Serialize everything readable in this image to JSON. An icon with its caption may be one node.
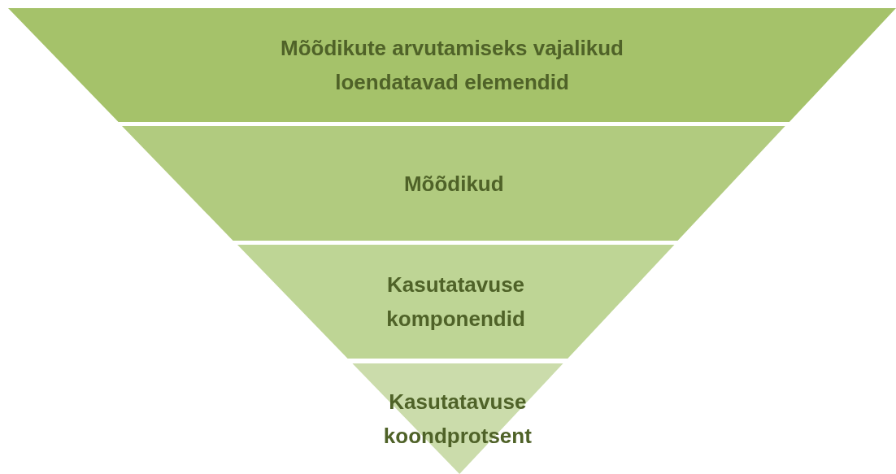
{
  "diagram": {
    "nodes": [
      {
        "text": [
          "Mõõdikute arvutamiseks vajalikud loendatavad elemendid"
        ]
      },
      {
        "text": [
          "Mõõdikud"
        ]
      },
      {
        "text": [
          "Kasutatavuse komponendid"
        ]
      },
      {
        "text": [
          "Kasutatavuse koondprotsent"
        ]
      }
    ]
  }
}
